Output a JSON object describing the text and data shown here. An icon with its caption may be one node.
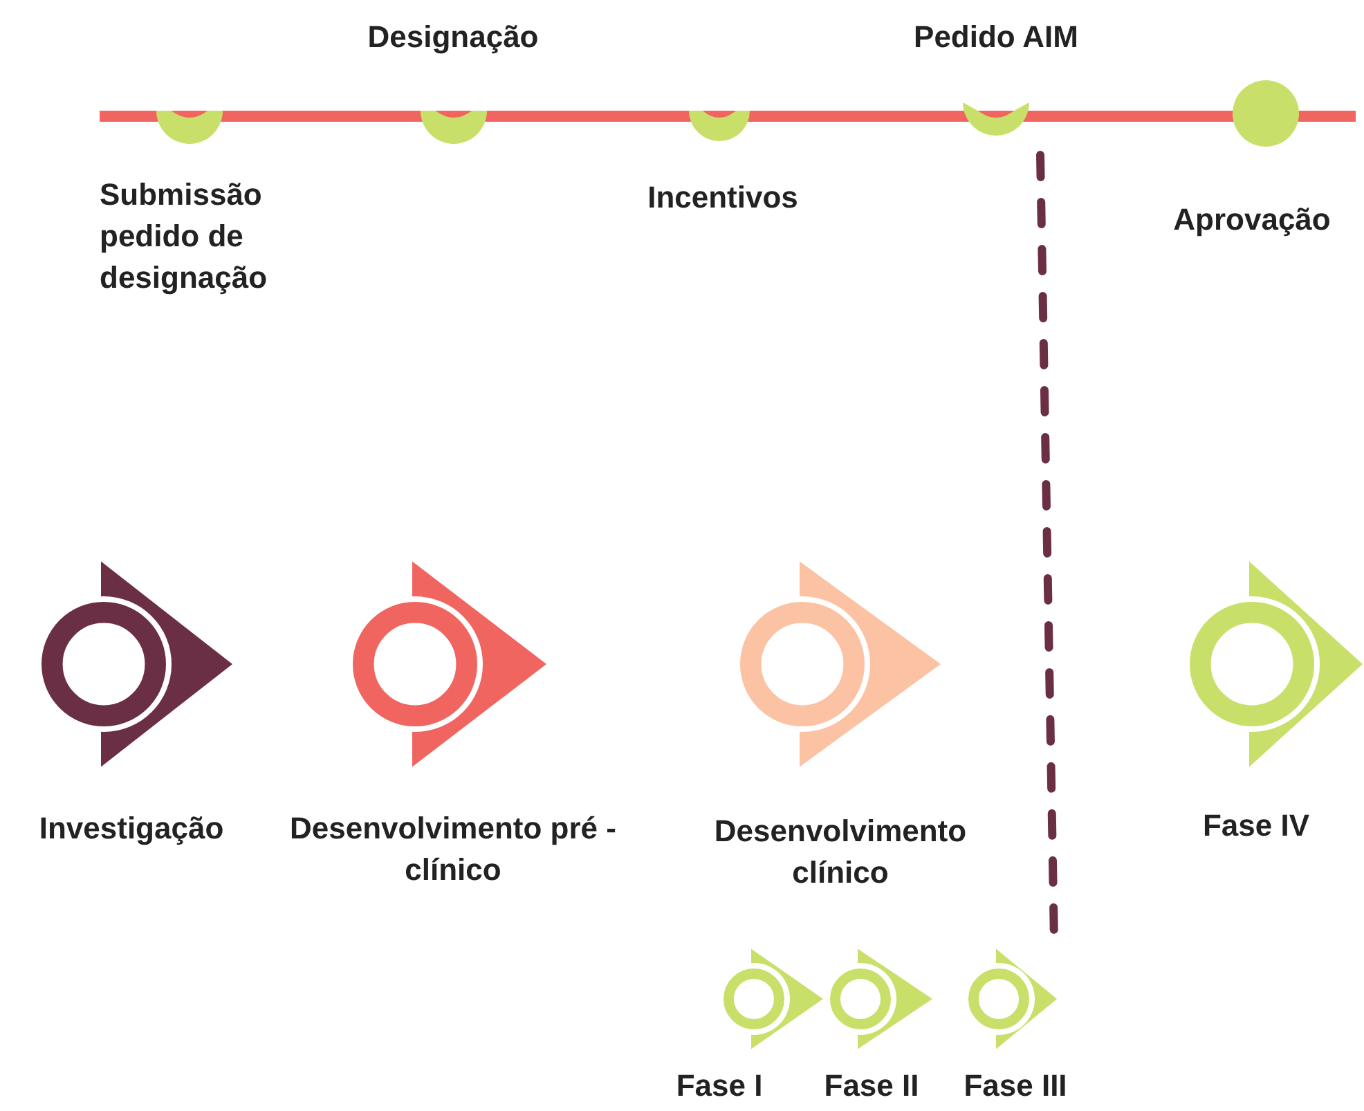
{
  "diagram": {
    "nodes": [
      {
        "text": [
          "Submissão pedido de designação"
        ]
      },
      {
        "text": [
          "Designação"
        ]
      },
      {
        "text": [
          "Incentivos"
        ]
      },
      {
        "text": [
          "Pedido AIM"
        ]
      },
      {
        "text": [
          "Aprovação"
        ]
      },
      {
        "text": [
          "Investigação"
        ]
      },
      {
        "text": [
          "Desenvolvimento pré - clínico"
        ]
      },
      {
        "text": [
          "Desenvolvimento clínico"
        ]
      },
      {
        "text": [
          "Fase IV"
        ]
      },
      {
        "text": [
          "Fase I"
        ]
      },
      {
        "text": [
          "Fase II"
        ]
      },
      {
        "text": [
          "Fase III"
        ]
      }
    ],
    "edges": [
      {
        "from": 3,
        "to": 11,
        "arrow": "none",
        "style": "dashed",
        "color": "#6b2f45"
      }
    ]
  }
}
